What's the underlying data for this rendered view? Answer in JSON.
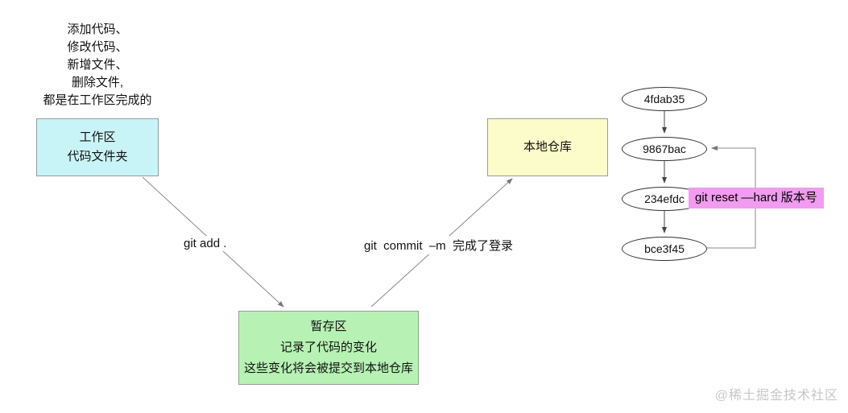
{
  "annotation": {
    "lines": [
      "添加代码、",
      "修改代码、",
      "新增文件、",
      "删除文件,",
      "都是在工作区完成的"
    ]
  },
  "boxes": {
    "workspace": {
      "lines": [
        "工作区",
        "代码文件夹"
      ]
    },
    "local_repo": {
      "label": "本地仓库"
    },
    "staging": {
      "lines": [
        "暂存区",
        "记录了代码的变化",
        "这些变化将会被提交到本地仓库"
      ]
    }
  },
  "edges": {
    "git_add_label": "git add .",
    "git_commit_label": "git  commit  –m  完成了登录"
  },
  "commit_chain": {
    "nodes": [
      "4fdab35",
      "9867bac",
      "234efdc",
      "bce3f45"
    ],
    "reset_label": "git reset —hard 版本号"
  },
  "watermark": "@稀土掘金技术社区",
  "colors": {
    "workspace_bg": "#c9f4f7",
    "local_repo_bg": "#fcfcca",
    "staging_bg": "#b7f2b4",
    "reset_bg": "#f09cf0",
    "arrow": "#8a8a8a",
    "node_border": "#333333"
  }
}
